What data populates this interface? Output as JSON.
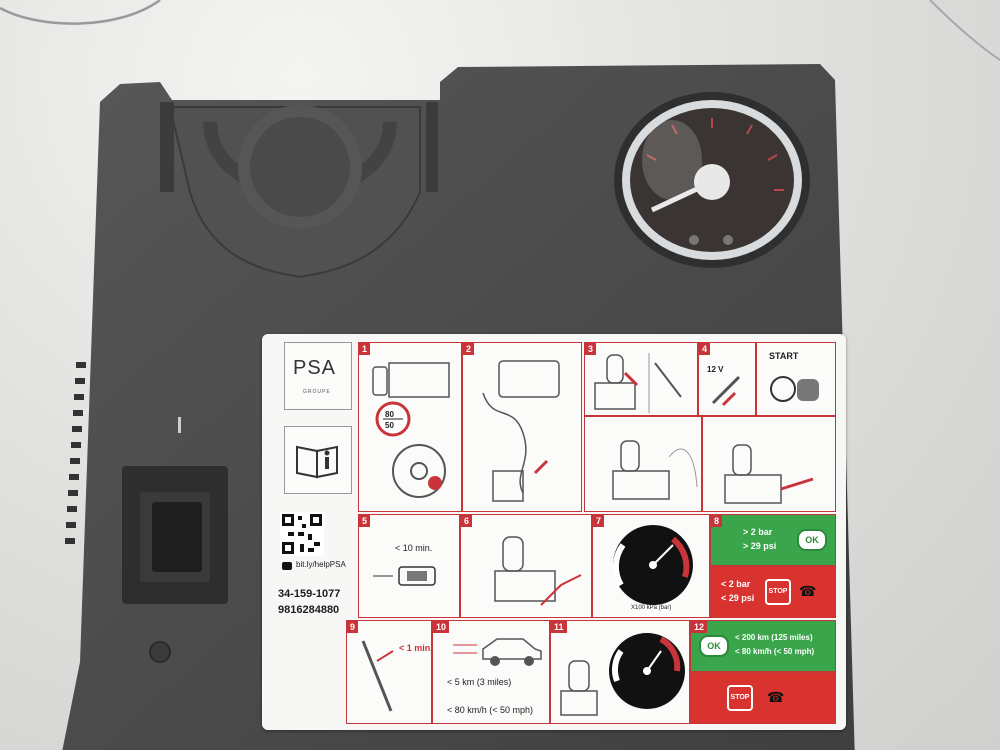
{
  "sticker": {
    "brand": "PSA",
    "brand_sub": "GROUPE",
    "link": "bit.ly/helpPSA",
    "code1": "34-159-1077",
    "code2": "9816284880",
    "steps": [
      "1",
      "2",
      "3",
      "4",
      "5",
      "6",
      "7",
      "8",
      "9",
      "10",
      "11",
      "12"
    ],
    "speed_sign_top": "80",
    "speed_sign_bottom": "50",
    "voltage": "12 V",
    "start_label": "START",
    "time_short": "< 10 min.",
    "time_stop": "< 1 min.",
    "distance": "< 5 km (3 miles)",
    "speed_limit": "< 80 km/h (< 50 mph)",
    "ok_bar": "> 2 bar",
    "ok_psi": "> 29 psi",
    "low_bar": "< 2 bar",
    "low_psi": "< 29 psi",
    "ok_label": "OK",
    "stop_label": "STOP",
    "range_km": "< 200 km (125 miles)",
    "range_speed": "< 80 km/h (< 50 mph)",
    "gauge_unit": "X100 kPa (bar)",
    "info_icon": "book-info-icon",
    "qr_icon": "qr-code-icon",
    "play_icon": "play-icon"
  },
  "colors": {
    "device": "#4b4b4b",
    "accent_red": "#c9343a",
    "ok_green": "#3aa54a"
  }
}
